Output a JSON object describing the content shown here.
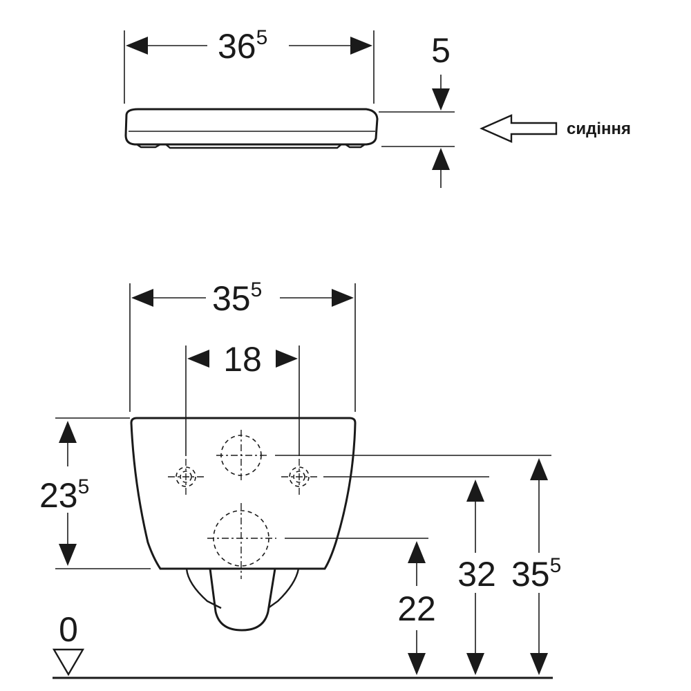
{
  "seat_view": {
    "width": {
      "main": "36",
      "sup": "5"
    },
    "height": {
      "main": "5"
    },
    "callout_label": "сидіння"
  },
  "bowl_view": {
    "width": {
      "main": "35",
      "sup": "5"
    },
    "fixing_distance": {
      "main": "18"
    },
    "bowl_height": {
      "main": "23",
      "sup": "5"
    },
    "outlet_height": {
      "main": "22"
    },
    "fixing_height": {
      "main": "32"
    },
    "inlet_height": {
      "main": "35",
      "sup": "5"
    },
    "floor_level": {
      "main": "0"
    }
  }
}
